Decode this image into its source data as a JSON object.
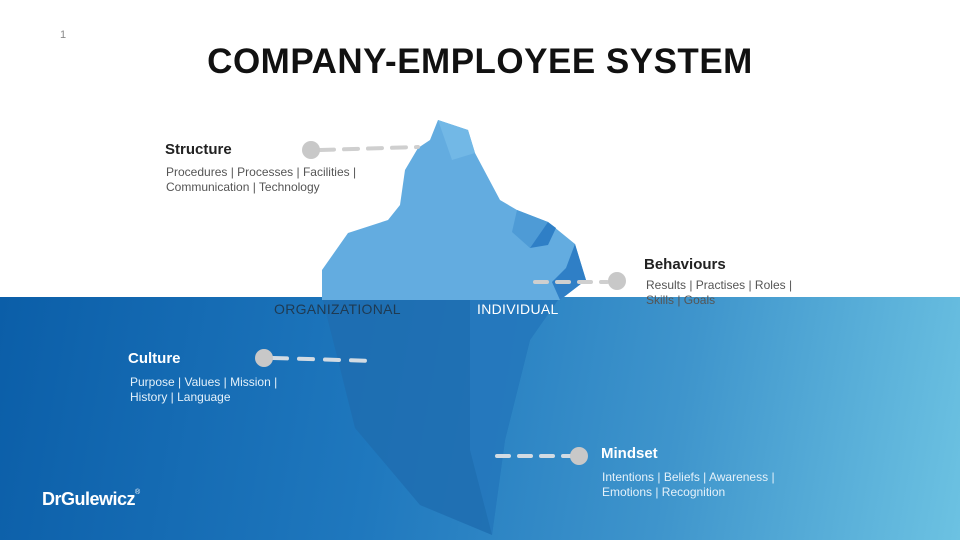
{
  "slide": {
    "page_number": "1",
    "title": "COMPANY-EMPLOYEE SYSTEM"
  },
  "levels": {
    "organizational": "ORGANIZATIONAL",
    "individual": "INDIVIDUAL"
  },
  "callouts": {
    "structure": {
      "title": "Structure",
      "line1": "Procedures | Processes | Facilities |",
      "line2": "Communication | Technology"
    },
    "behaviours": {
      "title": "Behaviours",
      "line1": "Results | Practises | Roles |",
      "line2": "Skills | Goals"
    },
    "culture": {
      "title": "Culture",
      "line1": "Purpose | Values | Mission |",
      "line2": "History | Language"
    },
    "mindset": {
      "title": "Mindset",
      "line1": "Intentions | Beliefs | Awareness |",
      "line2": "Emotions | Recognition"
    }
  },
  "brand": {
    "logo_text": "DrGulewicz",
    "logo_mark": "®"
  },
  "colors": {
    "iceberg_top": "#63ace0",
    "iceberg_shade": "#2f7fc6",
    "water_left": "#0b5ea8",
    "water_right": "#6cc2e2",
    "connector": "#c8c8c8"
  }
}
